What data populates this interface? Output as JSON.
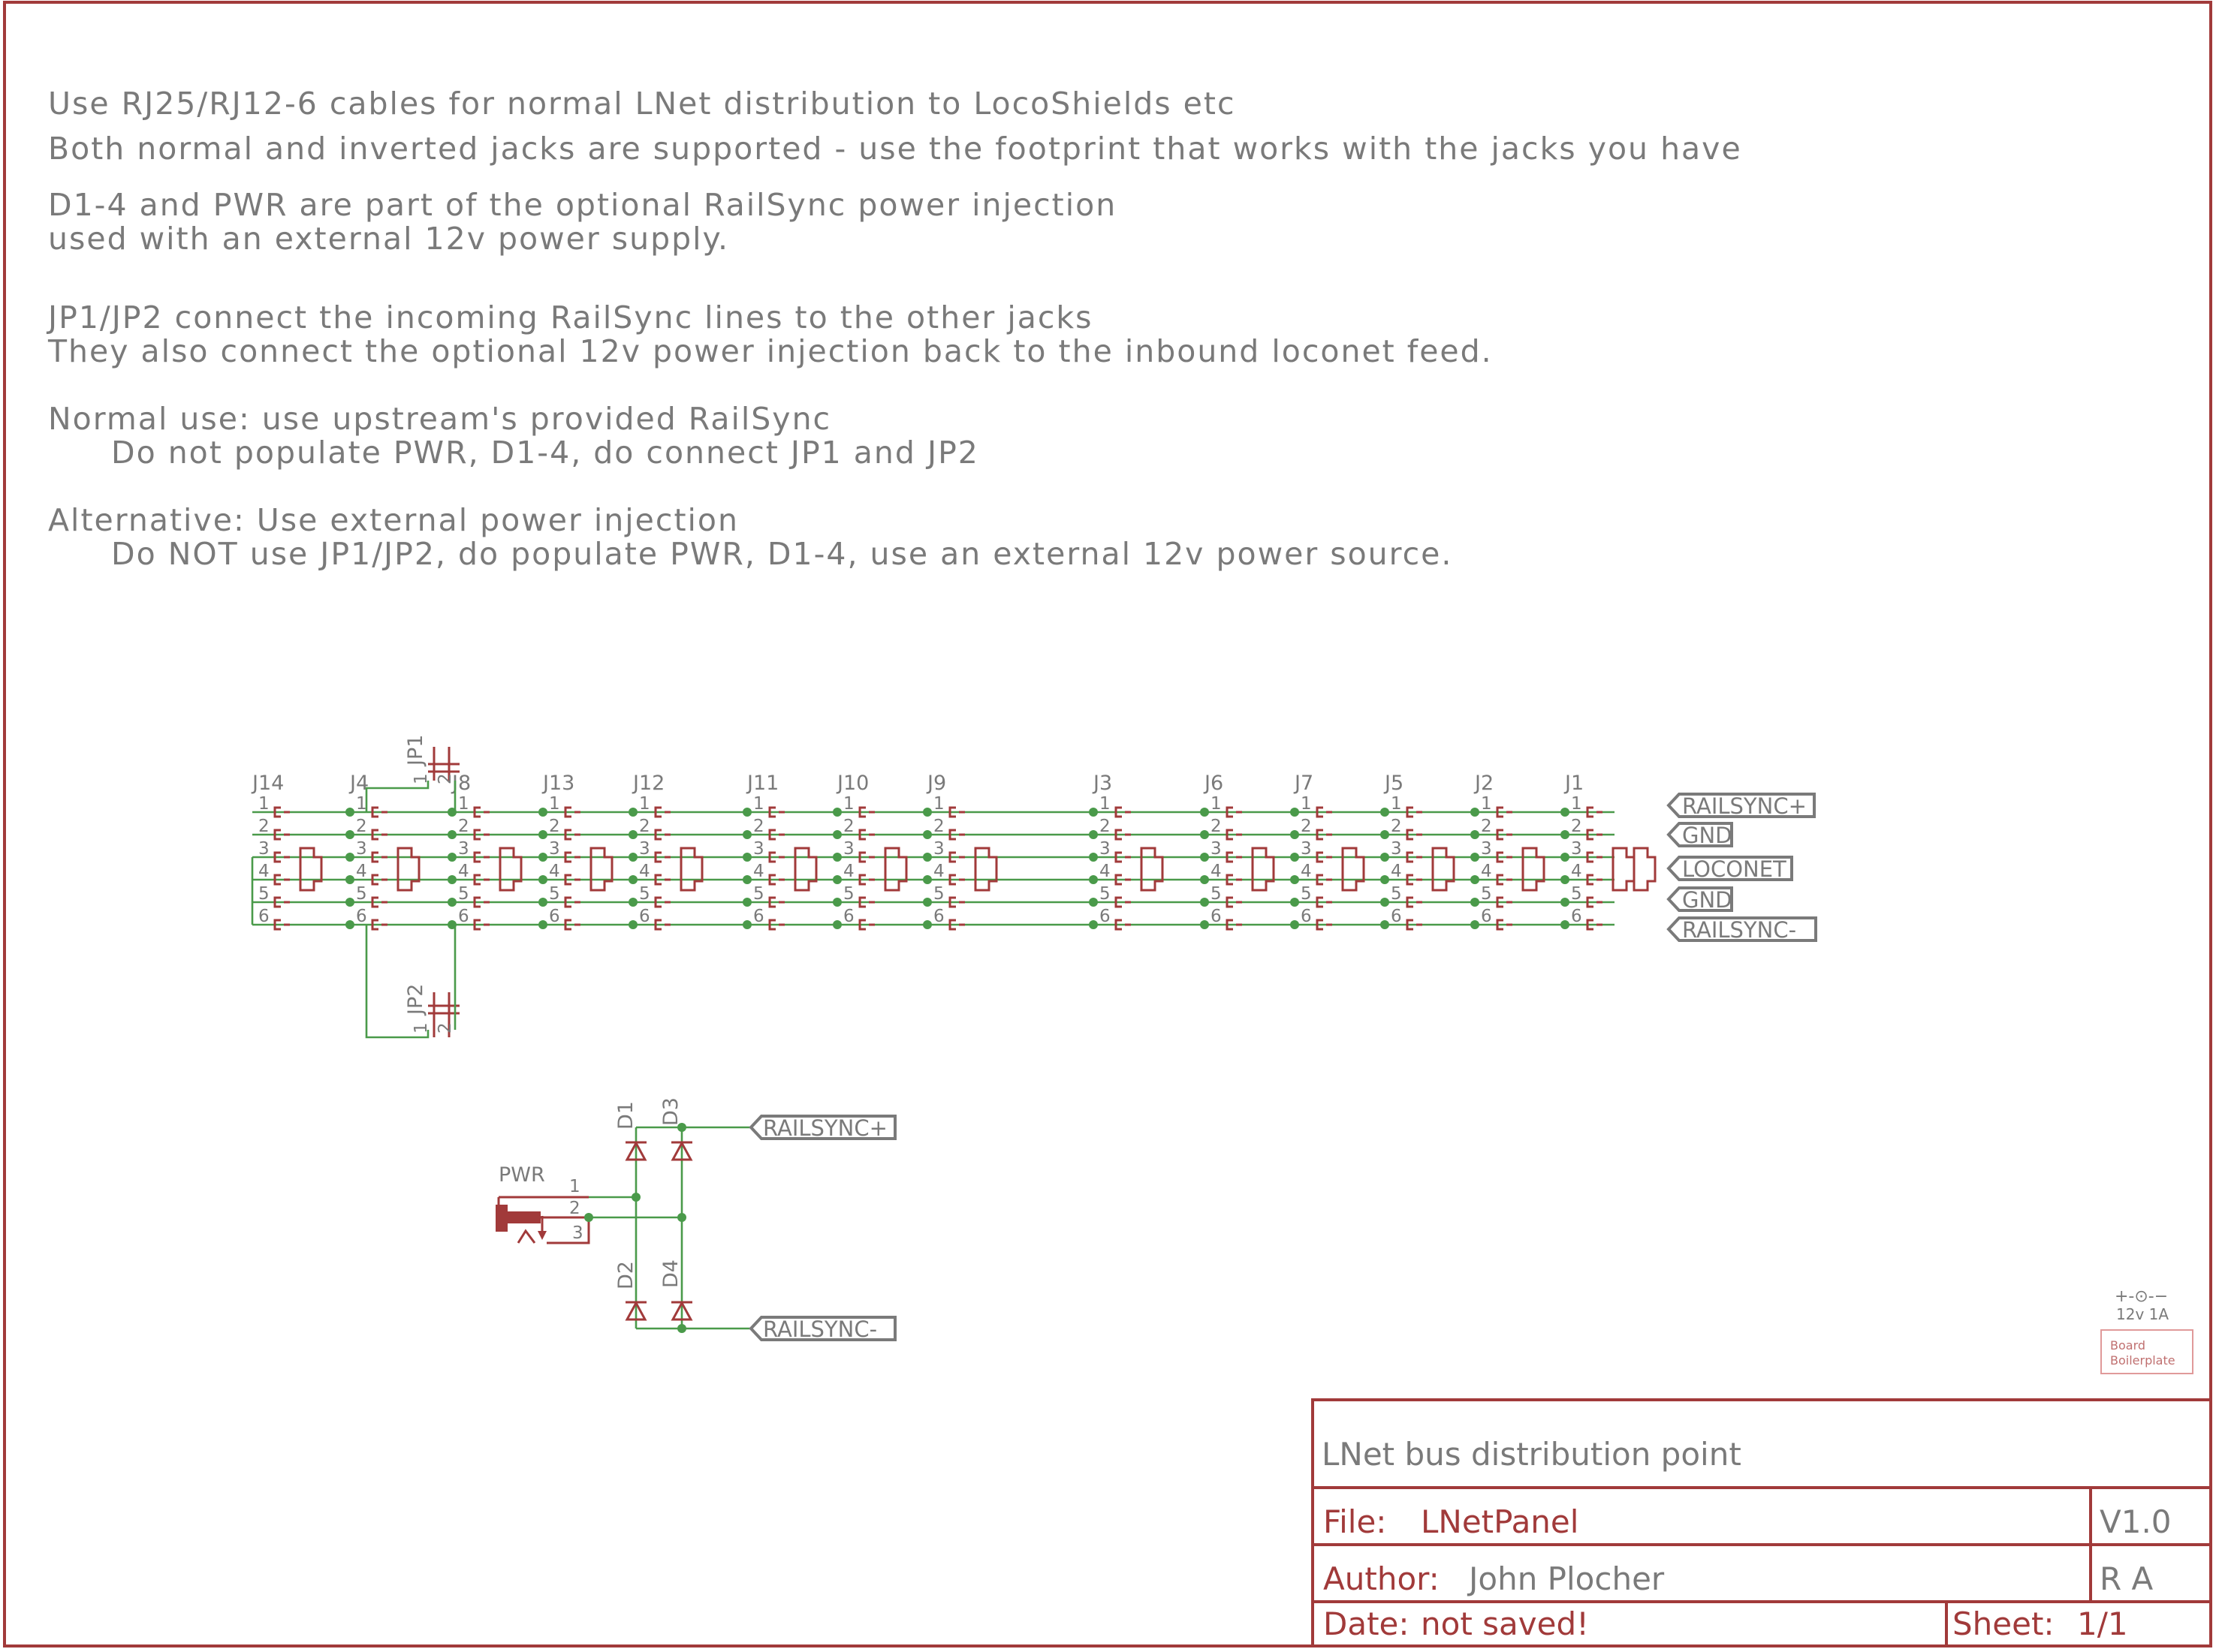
{
  "notes": [
    "Use RJ25/RJ12-6 cables for normal LNet distribution to LocoShields etc",
    "Both normal and inverted jacks are supported - use the footprint that works with the jacks you have",
    "D1-4 and PWR are part of the  optional RailSync power injection",
    "used with an external 12v power supply.",
    "JP1/JP2 connect the incoming RailSync lines to the other jacks",
    "They also connect the optional 12v power injection back to the inbound loconet feed.",
    "Normal use: use upstream's provided RailSync",
    "Do not populate PWR, D1-4, do connect JP1 and JP2",
    "Alternative: Use external power injection",
    "Do NOT use JP1/JP2, do populate PWR, D1-4, use an external 12v power source."
  ],
  "jacks": [
    "J14",
    "J4",
    "J8",
    "J13",
    "J12",
    "J11",
    "J10",
    "J9",
    "J3",
    "J6",
    "J7",
    "J5",
    "J2",
    "J1"
  ],
  "pins": [
    "1",
    "2",
    "3",
    "4",
    "5",
    "6"
  ],
  "jumpers": {
    "jp1": {
      "ref": "JP1",
      "pin_a": "1",
      "pin_b": "2"
    },
    "jp2": {
      "ref": "JP2",
      "pin_a": "1",
      "pin_b": "2"
    }
  },
  "net_labels": {
    "railsync_plus": "RAILSYNC+",
    "gnd": "GND",
    "loconet": "LOCONET",
    "railsync_minus": "RAILSYNC-"
  },
  "power": {
    "pwr_ref": "PWR",
    "pwr_pins": [
      "1",
      "2",
      "3"
    ],
    "diodes": [
      "D1",
      "D2",
      "D3",
      "D4"
    ],
    "net_plus": "RAILSYNC+",
    "net_minus": "RAILSYNC-"
  },
  "logo": {
    "polarity": "+-⊙-−",
    "rating": "12v 1A",
    "line1": "Board",
    "line2": "Boilerplate"
  },
  "title_block": {
    "title": "LNet bus distribution point",
    "file_label": "File:",
    "file_value": "LNetPanel",
    "version": "V1.0",
    "author_label": "Author:",
    "author_value": "John Plocher",
    "rev": "R A",
    "date_label": "Date:",
    "date_value": "not saved!",
    "sheet_label": "Sheet:",
    "sheet_value": "1/1"
  },
  "colors": {
    "frame": "#a13a3a",
    "wire": "#4a9a4a",
    "text": "#7a7a7a"
  }
}
